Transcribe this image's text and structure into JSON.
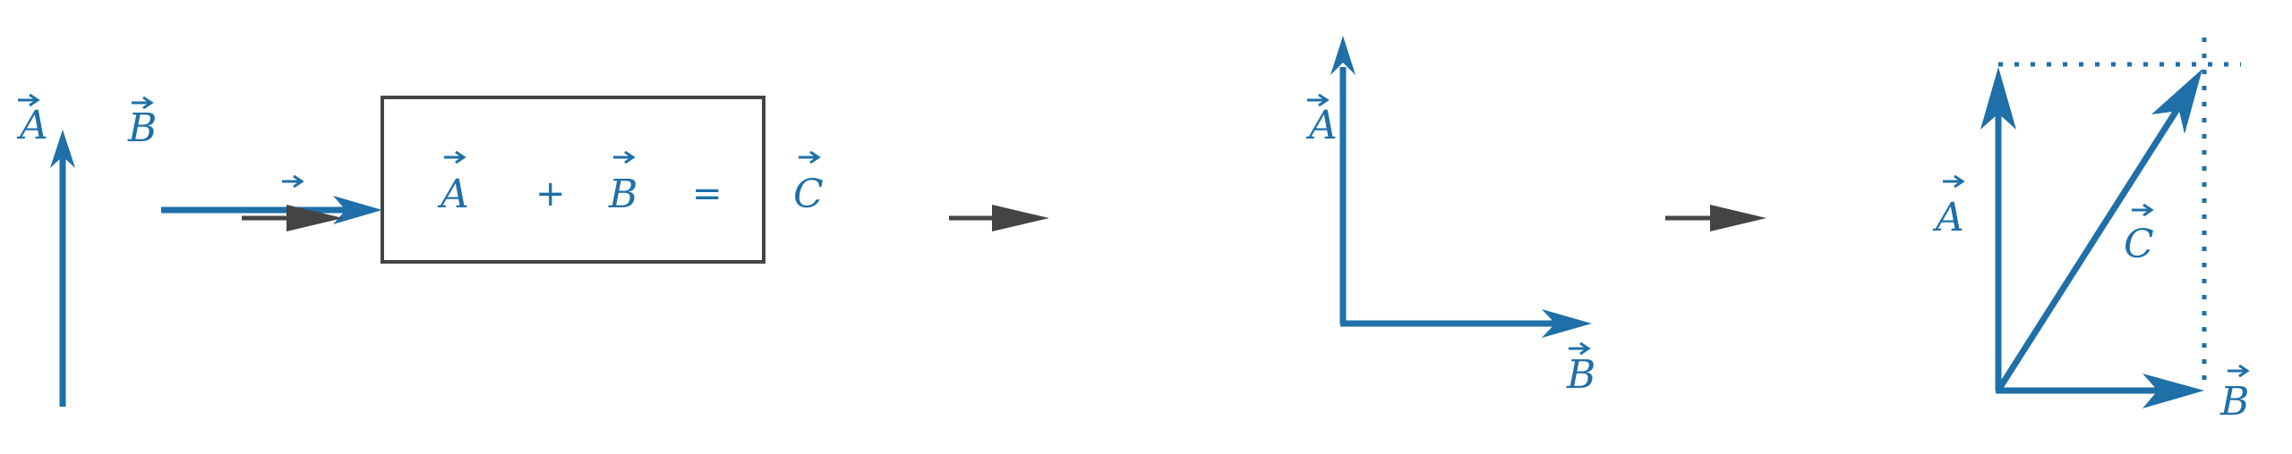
{
  "colors": {
    "vector": "#1f6fa8",
    "flow": "#444444",
    "box": "#444444"
  },
  "vectors": {
    "a": "A",
    "b": "B",
    "c": "C"
  },
  "equation": {
    "lhs1": "A",
    "plus": "+",
    "lhs2": "B",
    "equals": "=",
    "rhs": "C"
  },
  "icons": {
    "vector_arrow": "right-arrow-accent",
    "flow": "right-arrow"
  }
}
